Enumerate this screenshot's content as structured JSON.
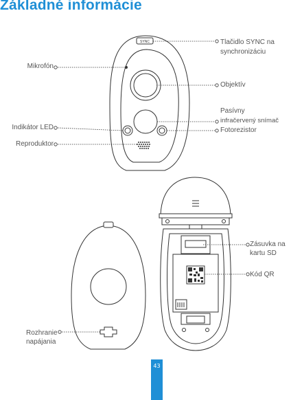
{
  "page": {
    "title": "Základné informácie",
    "page_number": "43",
    "accent_color": "#1f8fd6"
  },
  "front_view": {
    "sync_label": "SYNC",
    "labels": {
      "mic": "Mikrofón",
      "led": "Indikátor LED",
      "speaker": "Reproduktor",
      "sync_line1": "Tlačidlo SYNC na",
      "sync_line2": "synchronizáciu",
      "lens": "Objektív",
      "pir_line1": "Pasívny",
      "pir_line2": "infračervený snímač",
      "photo": "Fotorezistor"
    }
  },
  "back_view": {
    "labels": {
      "power_line1": "Rozhranie",
      "power_line2": "napájania",
      "sd_line1": "Zásuvka na",
      "sd_line2": "kartu SD",
      "qr": "Kód QR"
    }
  }
}
